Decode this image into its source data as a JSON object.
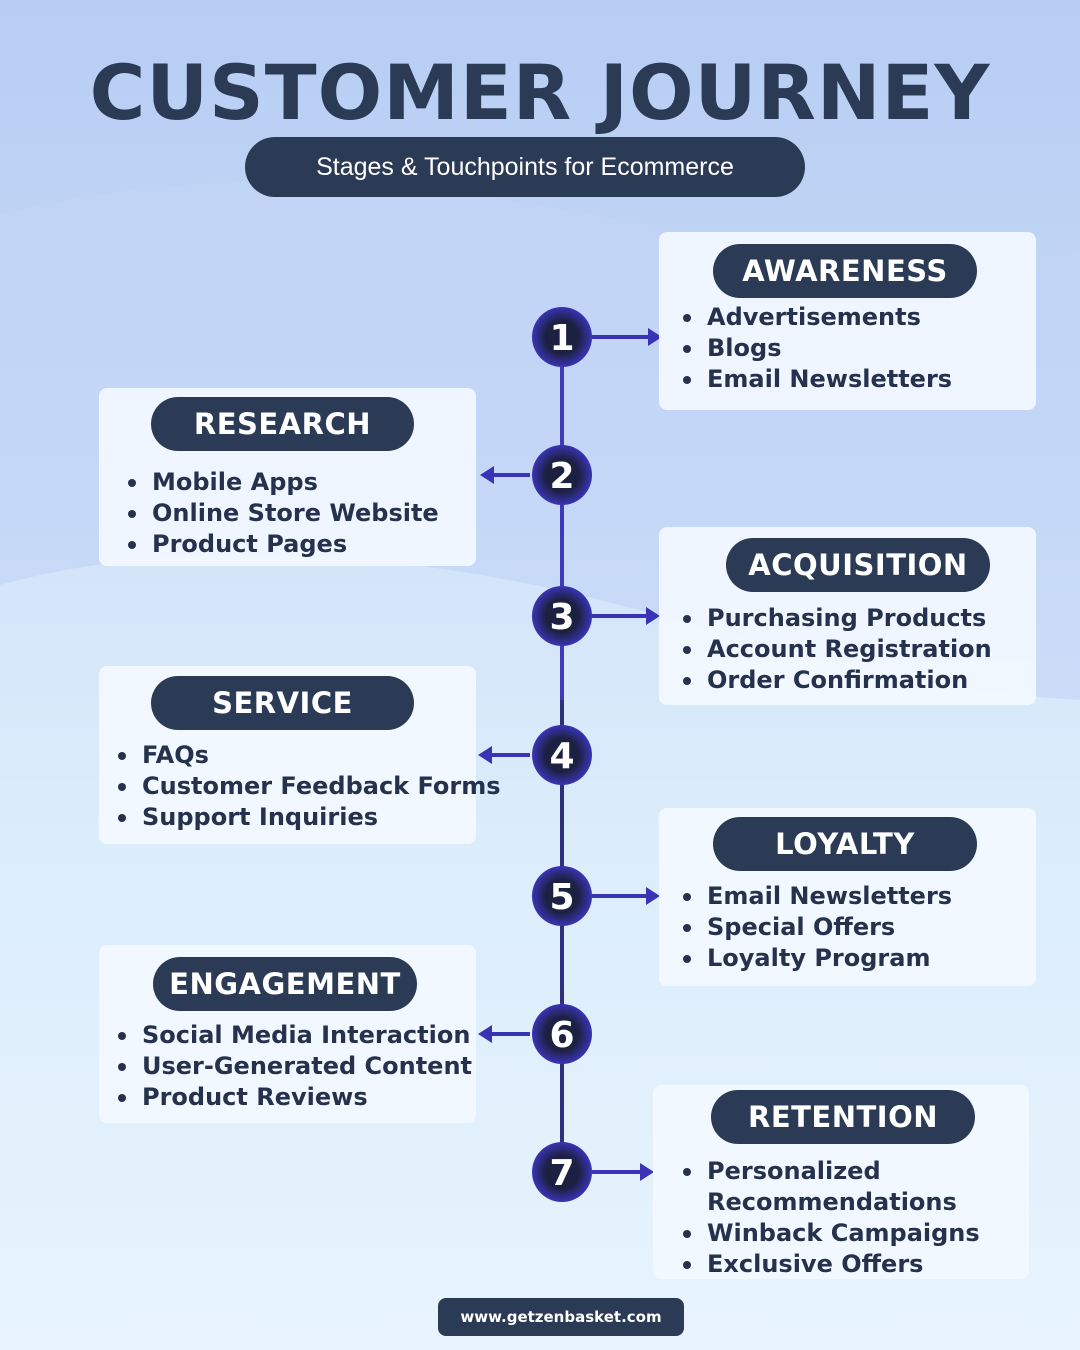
{
  "title": "CUSTOMER JOURNEY",
  "subtitle": "Stages & Touchpoints for Ecommerce",
  "stages": [
    {
      "number": "1",
      "name": "AWARENESS",
      "items": [
        "Advertisements",
        "Blogs",
        "Email Newsletters"
      ]
    },
    {
      "number": "2",
      "name": "RESEARCH",
      "items": [
        "Mobile Apps",
        "Online Store Website",
        "Product Pages"
      ]
    },
    {
      "number": "3",
      "name": "ACQUISITION",
      "items": [
        "Purchasing Products",
        "Account Registration",
        "Order Confirmation"
      ]
    },
    {
      "number": "4",
      "name": "SERVICE",
      "items": [
        "FAQs",
        "Customer Feedback Forms",
        "Support Inquiries"
      ]
    },
    {
      "number": "5",
      "name": "LOYALTY",
      "items": [
        "Email Newsletters",
        "Special  Offers",
        "Loyalty Program"
      ]
    },
    {
      "number": "6",
      "name": "ENGAGEMENT",
      "items": [
        "Social Media Interaction",
        "User-Generated Content",
        "Product Reviews"
      ]
    },
    {
      "number": "7",
      "name": "RETENTION",
      "items": [
        "Personalized",
        "Recommendations",
        "Winback Campaigns",
        "Exclusive Offers"
      ]
    }
  ],
  "footer": "www.getzenbasket.com",
  "colors": {
    "navy": "#2b3a55",
    "accent": "#3a33b5",
    "line_light": "#3f3ab8",
    "line_dark": "#1f2545"
  }
}
